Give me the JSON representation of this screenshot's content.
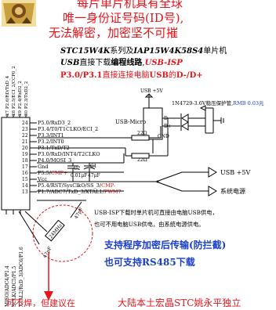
{
  "banner": {
    "line1": "每片单片机具有全球",
    "line2": "唯一身份证号码(ID号),",
    "line3": "无法解密，加密坚不可摧"
  },
  "heading": {
    "line1_a": "STC15W4K",
    "line1_b": "系列及",
    "line1_c": "IAP15W4K58S4",
    "line1_d": "单片机",
    "line2_a": "USB",
    "line2_b": "直接下载",
    "line2_c": "编程线路",
    "line2_d": ",",
    "line2_e": "USB-ISP",
    "line3_a": "P3.0/P3.1",
    "line3_b": "直接连接电脑",
    "line3_c": "USB",
    "line3_d": "的",
    "line3_e": "D-/D+"
  },
  "chip": {
    "top_pins": [
      {
        "num": "27",
        "label": "P2.6/RD/TxD_4"
      },
      {
        "num": "28",
        "label": "P2.5/ECI_2/CCP0_2"
      },
      {
        "num": "29",
        "label": "P2.4/RxD2_2"
      },
      {
        "num": "30",
        "label": "P2.3/TxD2_2"
      }
    ],
    "left_pins": [
      {
        "num": "24",
        "label": "P5.0/RxD3_2"
      },
      {
        "num": "23",
        "label": "P3.4/T0/T1CLKO/ECI_2"
      },
      {
        "num": "22",
        "label": "P3.3/INT1"
      },
      {
        "num": "21",
        "label": "P3.2/INT0"
      },
      {
        "num": "20",
        "label": "P3.1/TxD/T2"
      },
      {
        "num": "19",
        "label": "P3.0/RxD/INT4/T2CLKO"
      },
      {
        "num": "18",
        "label": "P4.0/MOSI_3"
      },
      {
        "num": "17",
        "label": "Gnd"
      },
      {
        "num": "16",
        "label": "P5.5/",
        "label_red": "CMP+"
      },
      {
        "num": "15",
        "label": "Vcc"
      },
      {
        "num": "14",
        "label": "P5.4/RST/SysClkO/SS_3/",
        "label_red": "CMP-"
      },
      {
        "num": "13",
        "label": "P1.7/ADC7/TxD_3/XTAL1/",
        "label_red": "PWM7"
      }
    ],
    "bottom_pins": [
      "MISO/ADC4/P1.4",
      "SCLK/ADC5/P1.5",
      "XTAL2/RxD_3/ADC6/P1.6"
    ]
  },
  "usb": {
    "title": "USB +5V",
    "connector": "USB-Micro",
    "pins": [
      "D-",
      "D+",
      "GND"
    ],
    "diode_note": "1N4729-3.6V稳压保护管,",
    "rmb": "RMB 0.03元"
  },
  "parts": {
    "r1": "22Ω",
    "r2": "22Ω",
    "c2_name": "C2",
    "c2_value": "0.01μF",
    "c1_name": "C1",
    "c1_value": "47μF"
  },
  "power": {
    "usb5v": "USB +5V",
    "sys": "系统电源"
  },
  "crystal": {
    "freq": "24MHz",
    "cap1": "47pF",
    "cap2": "47pF"
  },
  "desc": {
    "line1": "USB-ISP下载时单片机可直接由电脑USB供电，",
    "line2": "也可不用电脑USB供电，由系统电源供电。"
  },
  "promo": {
    "line1": "支持程序加密后传输(防拦截)",
    "line2": "也可支持RS485下载"
  },
  "footer": {
    "left": "可不焊，但建议在",
    "right": "大陆本土宏晶STC姚永平独立"
  },
  "colors": {
    "red": "#e8141b",
    "blue": "#1b3fc8",
    "chip_bg": "#ffffff"
  }
}
